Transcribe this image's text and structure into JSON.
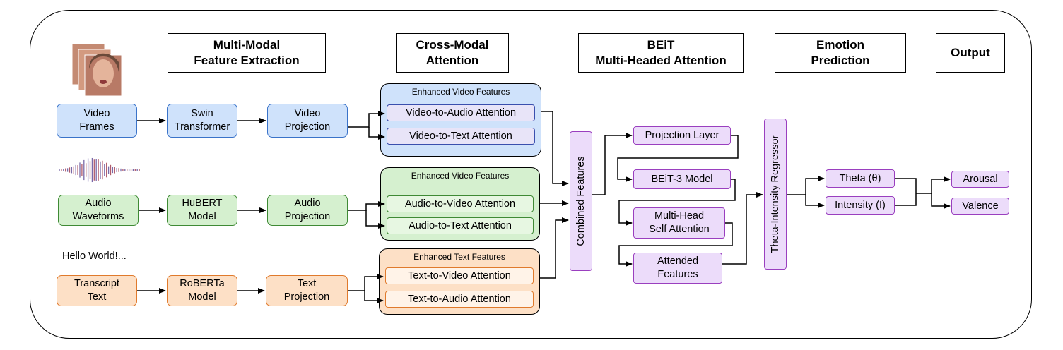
{
  "headers": {
    "feature_extraction": "Multi-Modal\nFeature Extraction",
    "cross_modal": "Cross-Modal\nAttention",
    "beit": "BEiT\nMulti-Headed Attention",
    "emotion": "Emotion\nPrediction",
    "output": "Output"
  },
  "video": {
    "input": "Video\nFrames",
    "encoder": "Swin\nTransformer",
    "projection": "Video\nProjection",
    "group_title": "Enhanced Video Features",
    "att1": "Video-to-Audio Attention",
    "att2": "Video-to-Text Attention"
  },
  "audio": {
    "input": "Audio\nWaveforms",
    "encoder": "HuBERT\nModel",
    "projection": "Audio\nProjection",
    "group_title": "Enhanced Video Features",
    "att1": "Audio-to-Video Attention",
    "att2": "Audio-to-Text Attention"
  },
  "text": {
    "sample": "Hello World!...",
    "input": "Transcript\nText",
    "encoder": "RoBERTa\nModel",
    "projection": "Text\nProjection",
    "group_title": "Enhanced Text Features",
    "att1": "Text-to-Video Attention",
    "att2": "Text-to-Audio Attention"
  },
  "fusion": {
    "combined": "Combined Features",
    "projection_layer": "Projection Layer",
    "beit3": "BEiT-3 Model",
    "mhsa": "Multi-Head\nSelf Attention",
    "attended": "Attended\nFeatures"
  },
  "prediction": {
    "regressor": "Theta-Intensity Regressor",
    "theta": "Theta (θ)",
    "intensity": "Intensity (I)"
  },
  "outputs": {
    "arousal": "Arousal",
    "valence": "Valence"
  },
  "colors": {
    "video": "#cfe2fb",
    "audio": "#d5f0cf",
    "text": "#fde0c6",
    "fusion": "#ecdcfa"
  }
}
